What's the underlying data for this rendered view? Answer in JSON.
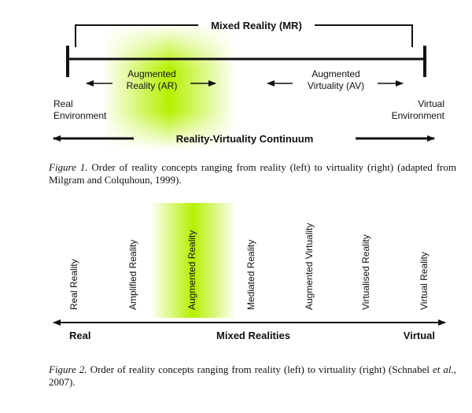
{
  "figure1": {
    "mr_label": "Mixed Reality (MR)",
    "ar_label": [
      "Augmented",
      "Reality (AR)"
    ],
    "av_label": [
      "Augmented",
      "Virtuality (AV)"
    ],
    "real_env": [
      "Real",
      "Environment"
    ],
    "virtual_env": [
      "Virtual",
      "Environment"
    ],
    "continuum_label": "Reality-Virtuality Continuum",
    "caption_label": "Figure 1.",
    "caption_text": " Order of reality concepts ranging from reality (left) to virtuality (right) (adapted from Milgram and Colquhoun, 1999)."
  },
  "figure2": {
    "concepts": [
      "Real Reality",
      "Amplified Reality",
      "Augmented Reality",
      "Mediated Reality",
      "Augmented Virtuality",
      "Virtualised Reality",
      "Virtual Reality"
    ],
    "axis_left": "Real",
    "axis_center": "Mixed Realities",
    "axis_right": "Virtual",
    "caption_label": "Figure 2.",
    "caption_text_a": " Order of reality concepts ranging from reality (left) to virtuality (right) (Schnabel ",
    "caption_etal": "et al.",
    "caption_text_b": ", 2007)."
  },
  "colors": {
    "highlight": "#b5f000",
    "ink": "#111111"
  }
}
